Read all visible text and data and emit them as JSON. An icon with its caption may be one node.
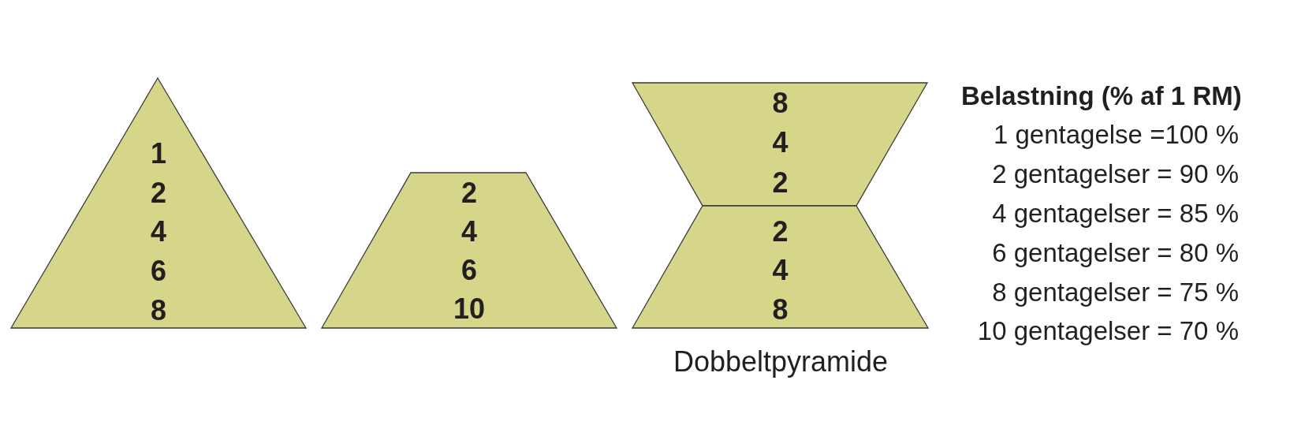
{
  "diagram": {
    "nodes": [
      {
        "text": [
          "1",
          "2",
          "4",
          "6",
          "8"
        ]
      },
      {
        "text": [
          "2",
          "4",
          "6",
          "10"
        ]
      },
      {
        "text": [
          "8",
          "4",
          "2"
        ]
      },
      {
        "text": [
          "2",
          "4",
          "8"
        ]
      }
    ],
    "labels": [
      "Dobbeltpyramide",
      "Belastning (% af 1 RM)",
      "1 gentagelse =100 %",
      "2 gentagelser = 90 %",
      "4 gentagelser = 85 %",
      "6 gentagelser = 80 %",
      "8 gentagelser = 75 %",
      "10 gentagelser = 70 %"
    ]
  }
}
